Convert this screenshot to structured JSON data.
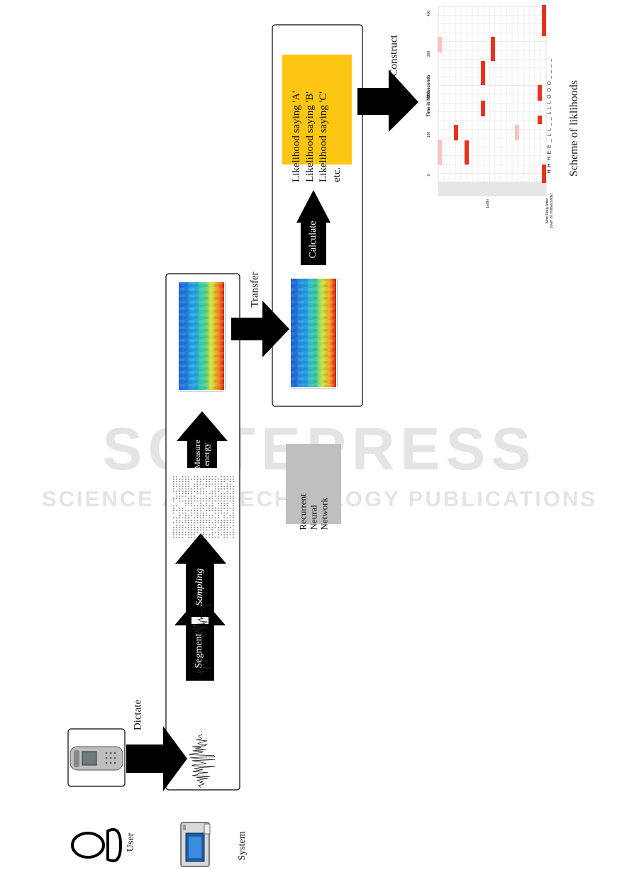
{
  "watermark": {
    "title": "SCITEPRESS",
    "subtitle": "SCIENCE AND TECHNOLOGY PUBLICATIONS"
  },
  "actors": {
    "user_label": "User",
    "system_label": "System"
  },
  "arrows": {
    "dictate": "Dictate",
    "segment": "Segment",
    "sampling": "Sampling",
    "measure_energy_line1": "Measure",
    "measure_energy_line2": "energy",
    "transfer": "Transfer",
    "calculate": "Calculate",
    "construct": "Construct"
  },
  "rnn_box": {
    "line1": "Recurrent",
    "line2": "Neural",
    "line3": "Network"
  },
  "likelihood_box": {
    "line1": "Likelihood saying 'A'",
    "line2": "Likelihood saying 'B'",
    "line3": "Likelihood saying 'C'",
    "line4": "etc."
  },
  "scheme": {
    "caption": "Scheme of liklihoods",
    "x_axis_title": "Time in Milliseconds",
    "y_axis_title": "Letter",
    "ticks": [
      "0",
      "100",
      "200",
      "300",
      "400"
    ],
    "most_likely_label": "Most likely letter",
    "most_likely_sub": "(over 20 milliseconds)",
    "most_likely_seq": "H H H E E _ L L _ _ L L L O O O _ _ _ _",
    "strong_color": "#e8321f",
    "weak_color": "#f6c4c0"
  },
  "colors": {
    "likelihood_box": "#fdc612",
    "rnn_box": "#bfbfbf",
    "arrow": "#000000"
  }
}
